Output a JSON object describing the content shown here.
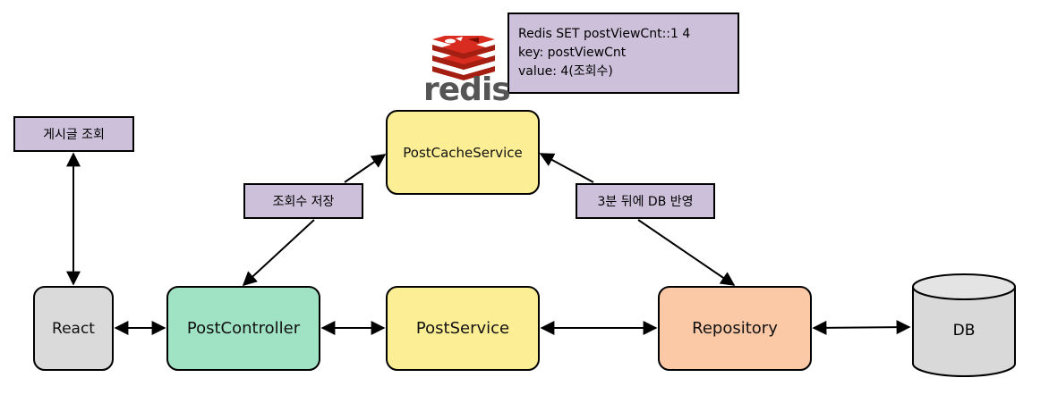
{
  "nodes": {
    "react": "React",
    "postcontroller": "PostController",
    "postservice": "PostService",
    "postcacheservice": "PostCacheService",
    "repository": "Repository",
    "db": "DB"
  },
  "labels": {
    "view_post": "게시글 조회",
    "save_viewcount": "조회수 저장",
    "db_sync": "3분 뒤에 DB 반영"
  },
  "redis_note": {
    "line1": "Redis SET postViewCnt::1 4",
    "line2": "key: postViewCnt",
    "line3": "value: 4(조회수)"
  },
  "logo": {
    "wordmark": "redis",
    "icon": "redis-stack-icon",
    "color": "#d82c20"
  },
  "colors": {
    "label_fill": "#ccc0da",
    "react_fill": "#dadada",
    "controller_fill": "#9fe3c4",
    "service_fill": "#fcee95",
    "repository_fill": "#fcc9a7",
    "db_fill": "#d9d9d9"
  }
}
